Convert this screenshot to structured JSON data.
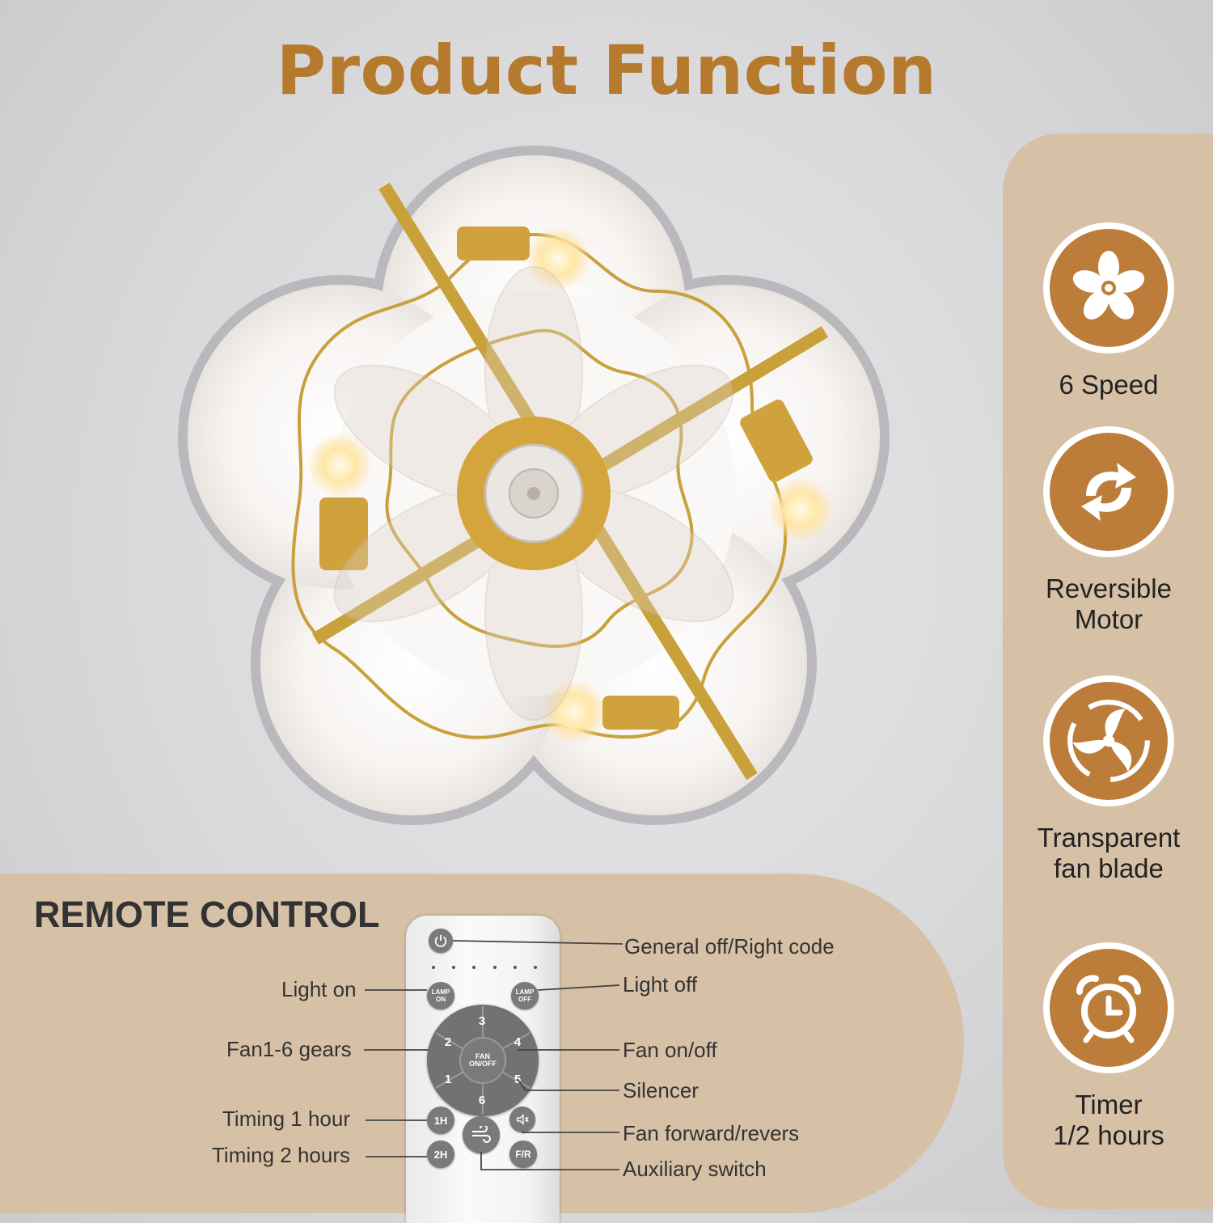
{
  "title": "Product Function",
  "colors": {
    "accent": "#b57a2d",
    "panel": "#d7c1a6",
    "icon_bg": "#bb7d39",
    "gold": "#c9a13b"
  },
  "features": [
    {
      "icon": "fan-icon",
      "label": "6 Speed"
    },
    {
      "icon": "reverse-arrows-icon",
      "label": "Reversible\nMotor"
    },
    {
      "icon": "swirl-blade-icon",
      "label": "Transparent\nfan blade"
    },
    {
      "icon": "alarm-clock-icon",
      "label": "Timer\n1/2 hours"
    }
  ],
  "remote": {
    "title": "REMOTE CONTROL",
    "buttons": {
      "lamp_on": "LAMP\nON",
      "lamp_off": "LAMP\nOFF",
      "fan_onoff": "FAN\nON/OFF",
      "gears": [
        "3",
        "4",
        "5",
        "6",
        "1",
        "2"
      ],
      "timer_1h": "1H",
      "timer_2h": "2H",
      "fr": "F/R"
    },
    "callouts_left": [
      "Light on",
      "Fan1-6 gears",
      "Timing 1 hour",
      "Timing 2 hours"
    ],
    "callouts_right": [
      "General off/Right code",
      "Light off",
      "Fan on/off",
      "Silencer",
      "Fan forward/revers",
      "Auxiliary switch"
    ]
  }
}
